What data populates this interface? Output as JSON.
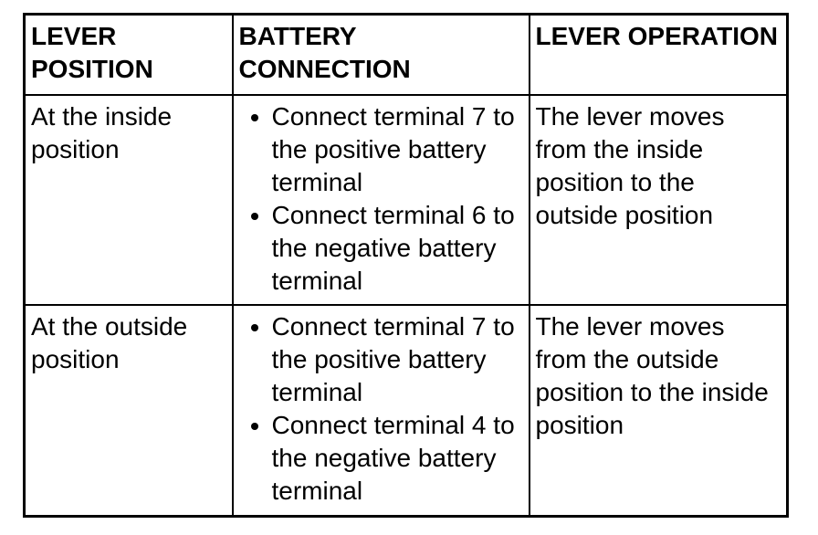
{
  "table": {
    "columns": [
      {
        "label": "LEVER POSITION"
      },
      {
        "label": "BATTERY CONNECTION"
      },
      {
        "label": "LEVER OPERATION"
      }
    ],
    "rows": [
      {
        "position": "At the inside position",
        "connections": [
          "Connect terminal 7 to the positive battery terminal",
          "Connect terminal 6 to the negative battery terminal"
        ],
        "operation": "The lever moves from the inside position to the outside position"
      },
      {
        "position": "At the outside position",
        "connections": [
          "Connect terminal 7 to the positive battery terminal",
          "Connect terminal 4 to the negative battery terminal"
        ],
        "operation": "The lever moves from the outside position to the inside position"
      }
    ]
  },
  "colors": {
    "border": "#000000",
    "text": "#000000",
    "background": "#ffffff"
  }
}
